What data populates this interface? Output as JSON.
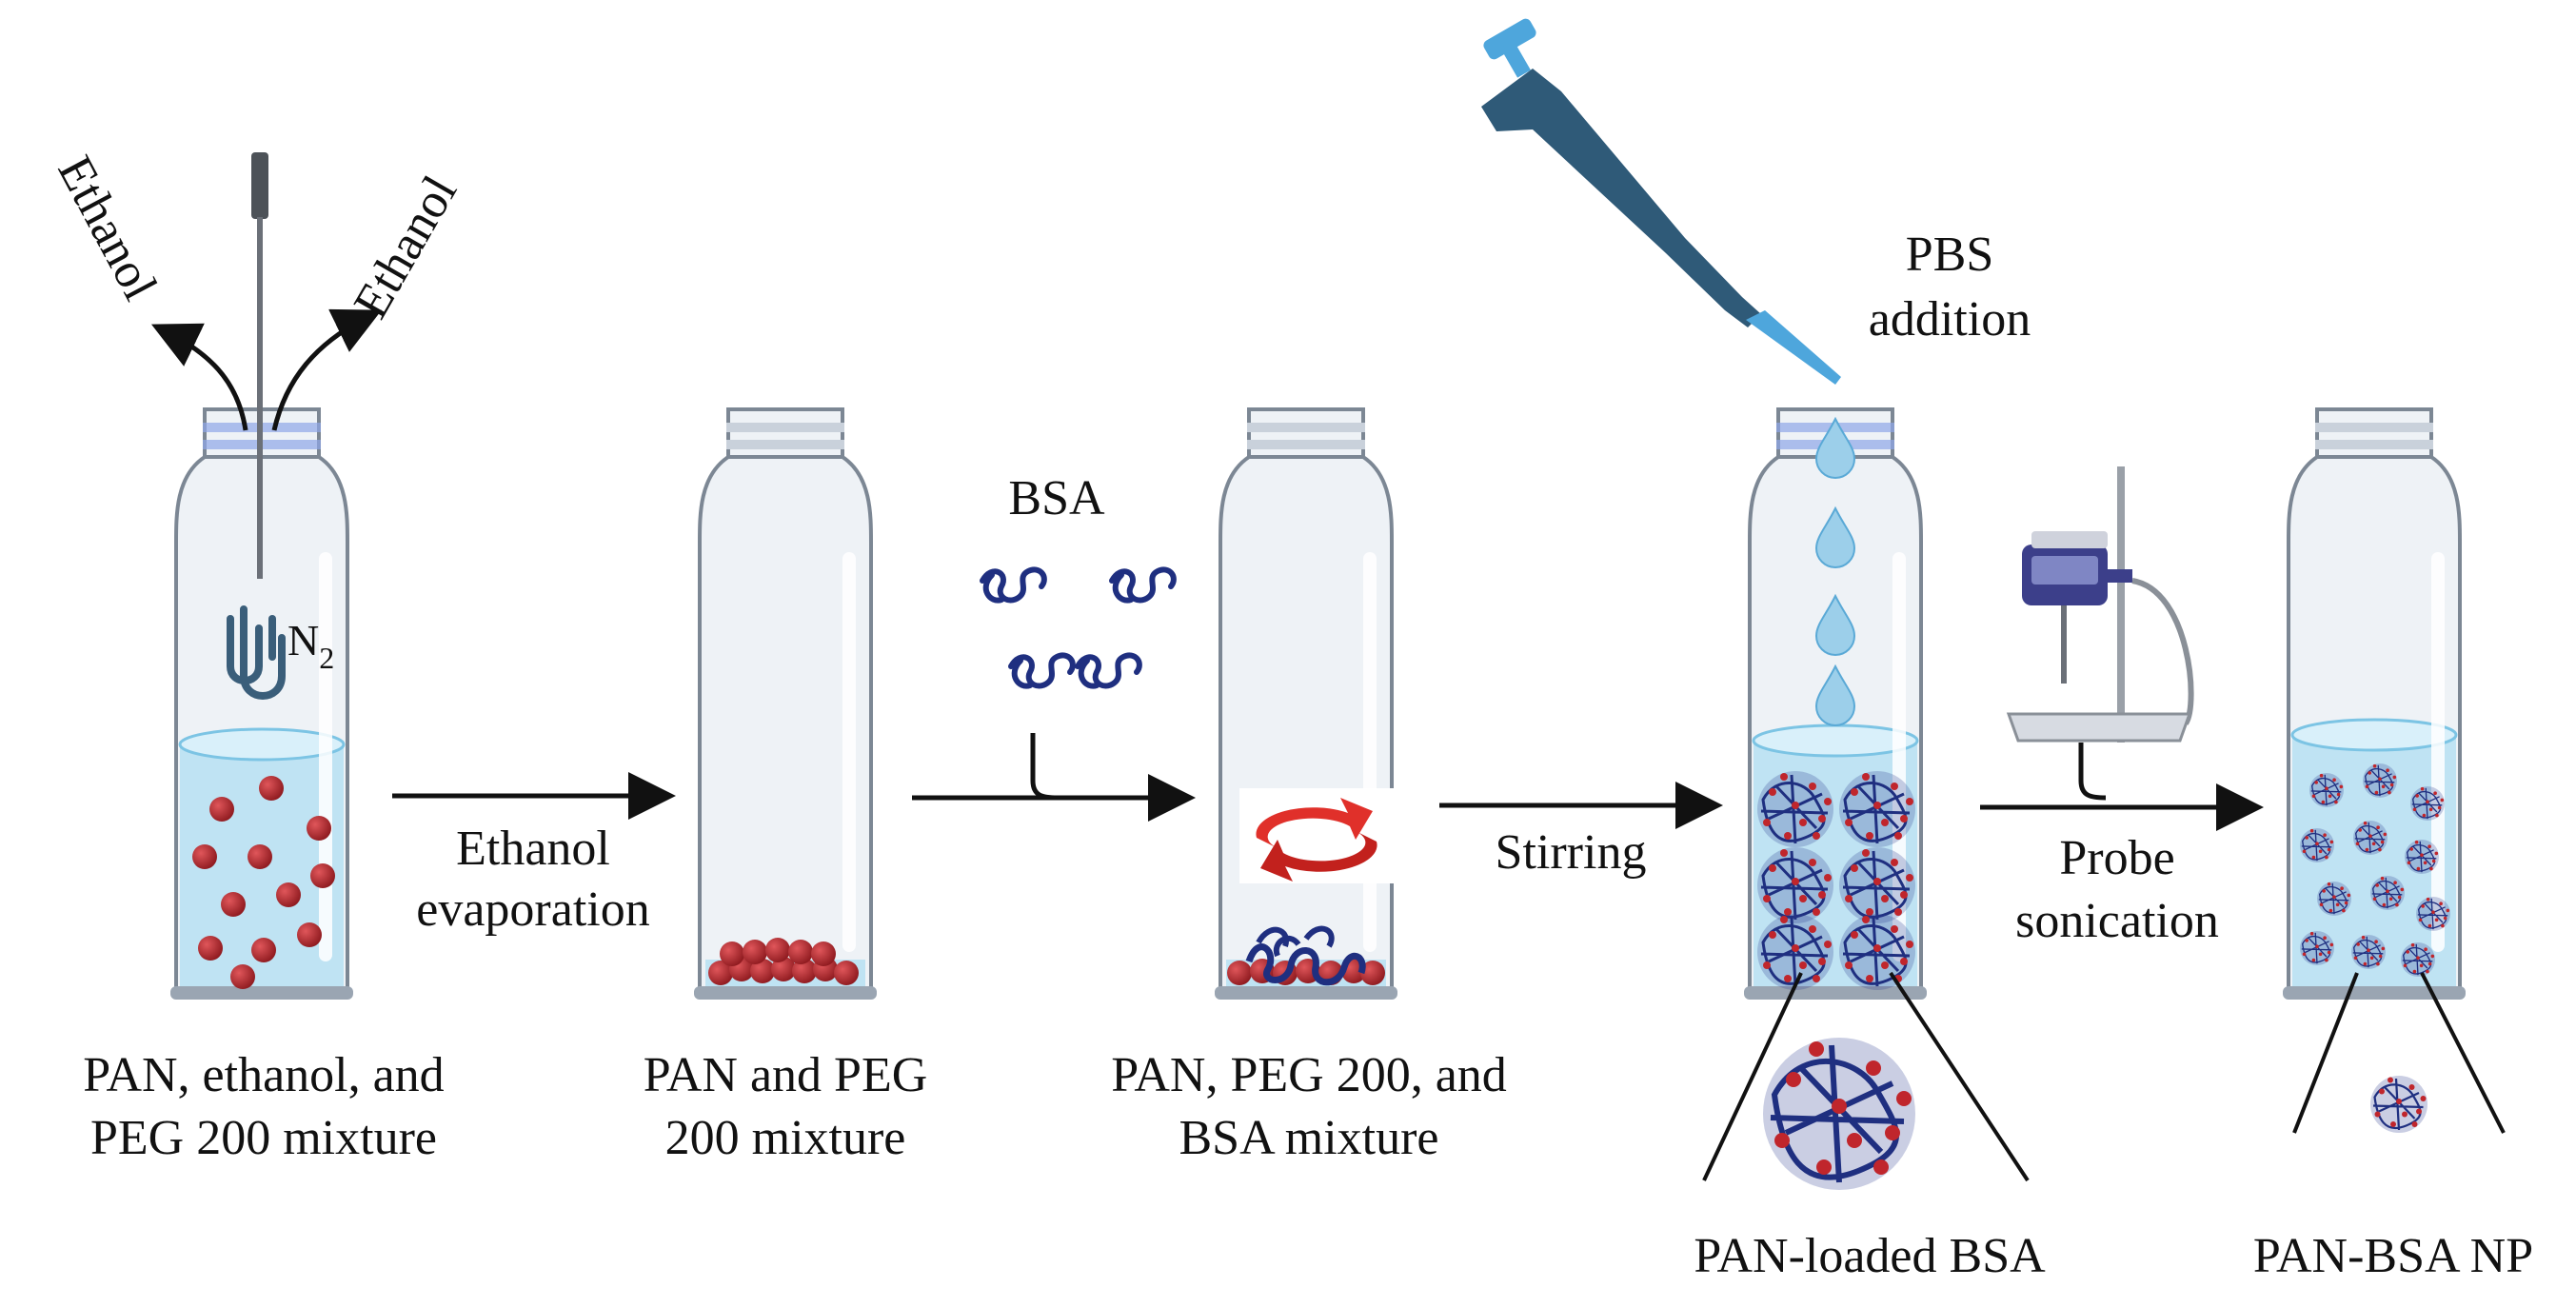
{
  "labels": {
    "ethanol_left": "Ethanol",
    "ethanol_right": "Ethanol",
    "n2": "N",
    "n2_sub": "2",
    "step1_caption_line1": "PAN, ethanol, and",
    "step1_caption_line2": "PEG 200 mixture",
    "arrow1_line1": "Ethanol",
    "arrow1_line2": "evaporation",
    "step2_caption_line1": "PAN and PEG",
    "step2_caption_line2": "200 mixture",
    "bsa": "BSA",
    "step3_caption_line1": "PAN, PEG 200, and",
    "step3_caption_line2": "BSA mixture",
    "arrow3_label": "Stirring",
    "pbs_line1": "PBS",
    "pbs_line2": "addition",
    "step4_caption": "PAN-loaded BSA",
    "arrow4_line1": "Probe",
    "arrow4_line2": "sonication",
    "step5_caption": "PAN-BSA NP"
  },
  "colors": {
    "liquid": "#bfe3f3",
    "vial_cap_blue": "#8fa6e8",
    "particle_red": "#b3262b",
    "protein_blue": "#1f2f80",
    "pipette": "#2f5a78",
    "pipette_tip": "#4ea6dc",
    "droplet": "#9ccfea",
    "stir_red": "#e0302a"
  },
  "icons": [
    "needle-icon",
    "nitrogen-bubble-icon",
    "pipette-icon",
    "sonicator-icon",
    "stir-rotation-icon"
  ]
}
